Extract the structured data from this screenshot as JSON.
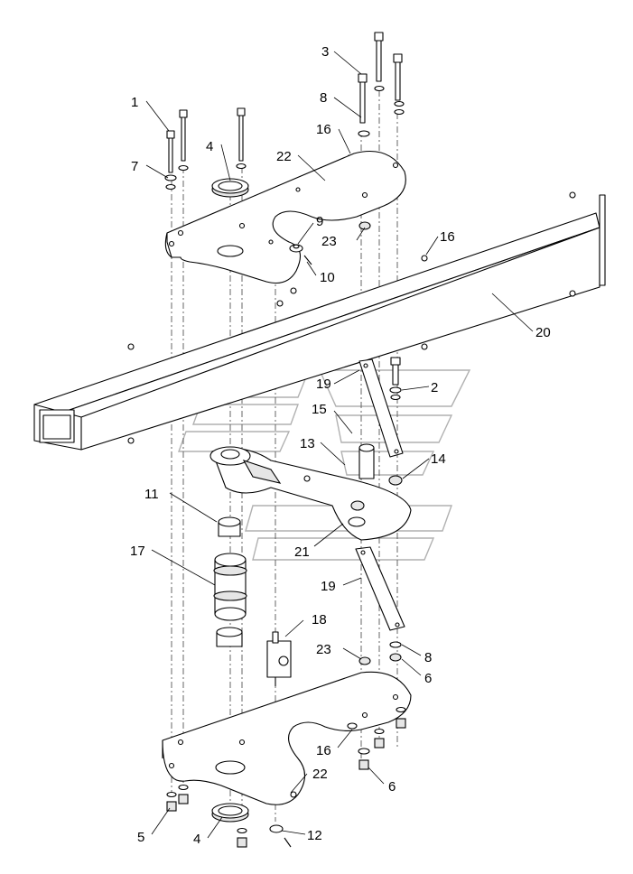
{
  "diagram": {
    "type": "exploded parts assembly drawing",
    "callouts": [
      "1",
      "2",
      "3",
      "4",
      "4",
      "5",
      "6",
      "6",
      "7",
      "8",
      "8",
      "9",
      "10",
      "11",
      "12",
      "13",
      "14",
      "15",
      "16",
      "16",
      "16",
      "17",
      "18",
      "19",
      "19",
      "20",
      "21",
      "22",
      "22",
      "23",
      "23"
    ]
  }
}
